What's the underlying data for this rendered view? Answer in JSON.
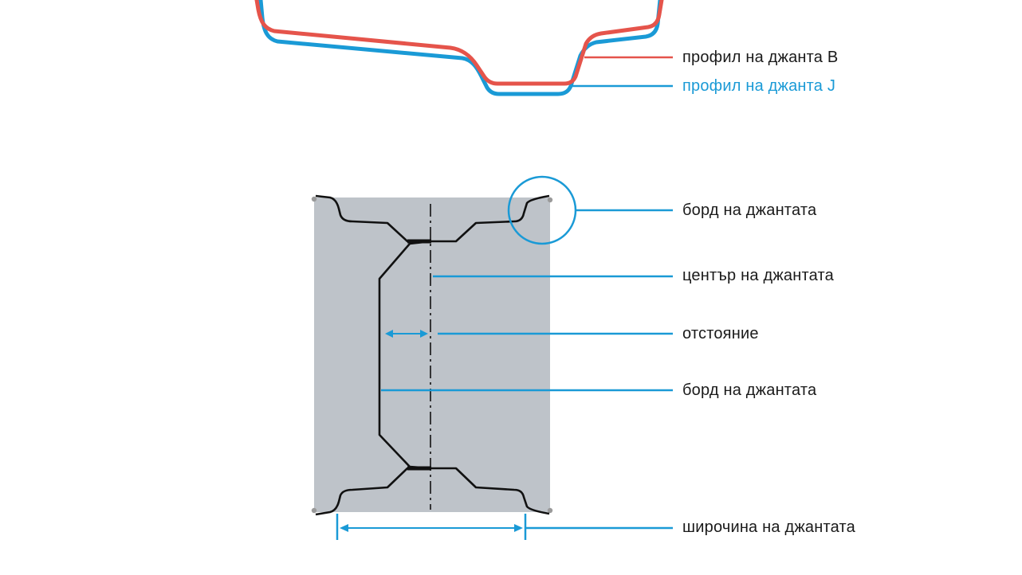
{
  "profiles": {
    "rim_b": {
      "label": "профил на джанта B",
      "color": "#e5544b"
    },
    "rim_j": {
      "label": "профил на джанта J",
      "color": "#1a9ad6"
    }
  },
  "rim_section": {
    "labels": {
      "flange_top": "борд на джантата",
      "center": "център на джантата",
      "offset": "отстояние",
      "flange_inner": "борд на джантата",
      "width": "широчина на джантата"
    },
    "fill_color": "#bec3c9",
    "outline_color": "#111111",
    "accent_color": "#1a9ad6"
  }
}
